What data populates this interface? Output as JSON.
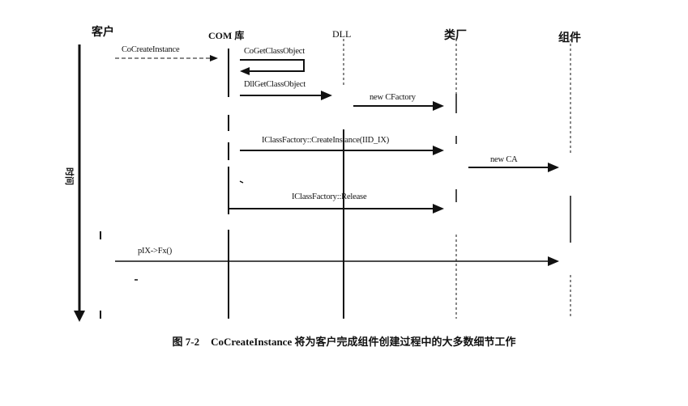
{
  "columns": {
    "client": "客户",
    "com_library": "COM 库",
    "dll": "DLL",
    "class_factory": "类厂",
    "component": "组件"
  },
  "messages": {
    "cocreateinstance": "CoCreateInstance",
    "cogetclassobject": "CoGetClassObject",
    "dllgetclassobject": "DllGetClassObject",
    "new_cfactory": "new CFactory",
    "iclassfactory_createinstance": "IClassFactory::CreateInstance(IID_IX)",
    "new_ca": "new CA",
    "iclassfactory_release": "IClassFactory::Release",
    "pix_fx": "pIX->Fx()"
  },
  "time_axis_label": "时间",
  "caption": {
    "figure_number": "图 7-2",
    "text": "CoCreateInstance 将为客户完成组件创建过程中的大多数细节工作"
  }
}
